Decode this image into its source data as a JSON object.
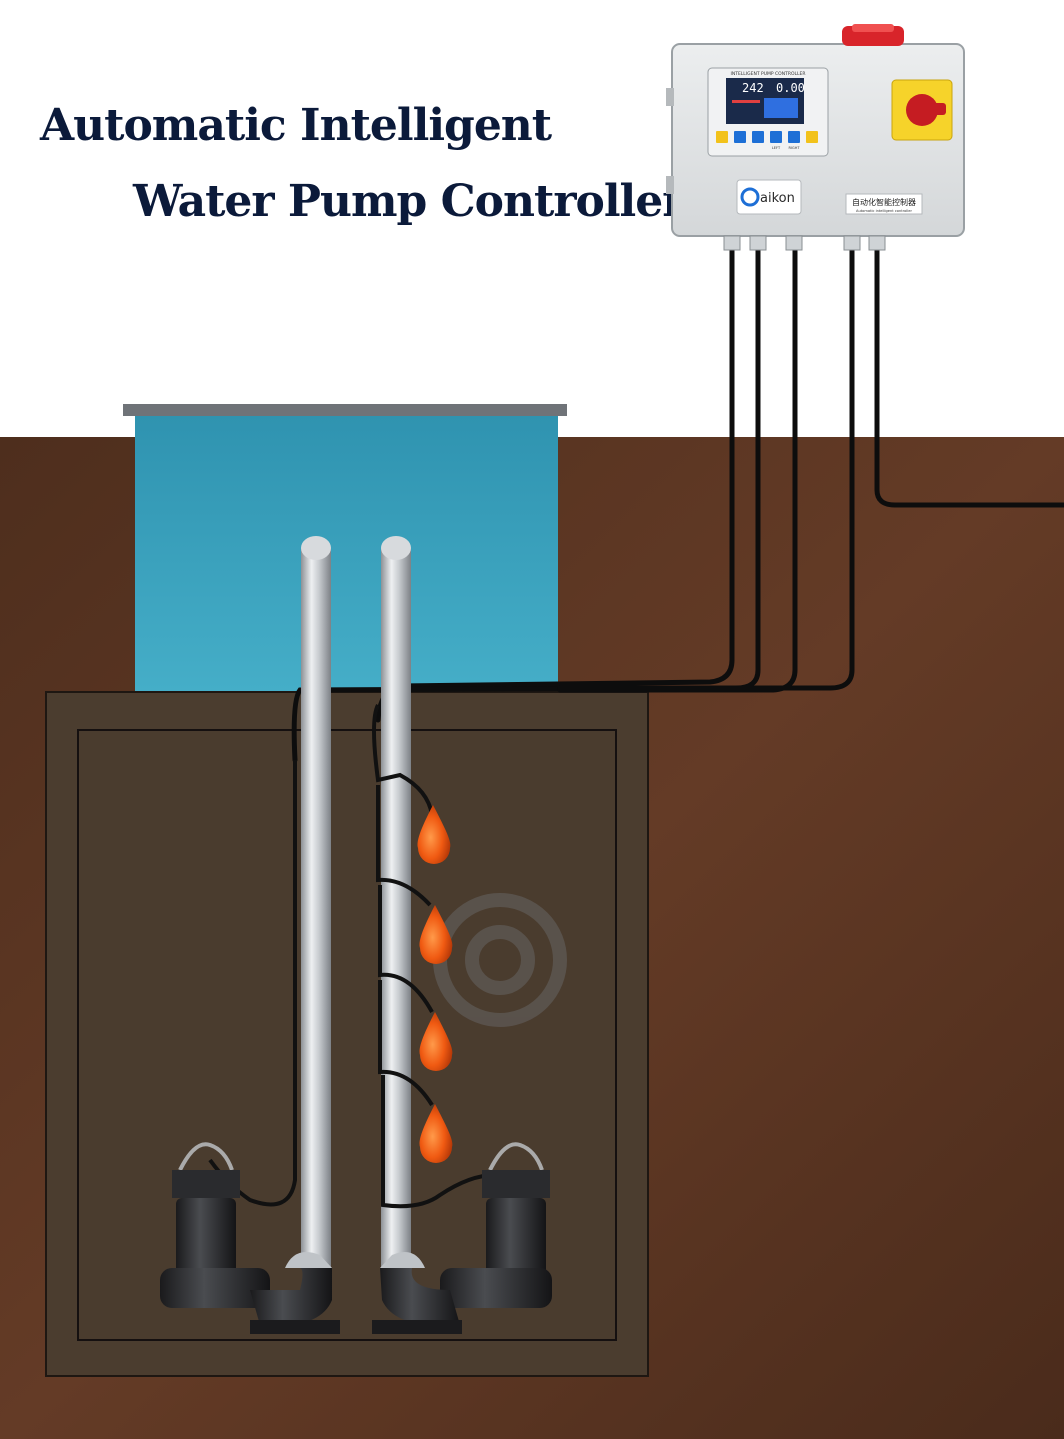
{
  "title": {
    "line1": "Automatic Intelligent",
    "line2": "Water Pump Controller"
  },
  "controller": {
    "panel_header": "INTELLIGENT PUMP CONTROLLER",
    "display_left": "242",
    "display_right": "0.00",
    "button_labels": [
      "",
      "",
      "",
      "LEFT",
      "RIGHT",
      ""
    ],
    "brand_name": "aikon",
    "chinese_label": "自动化智能控制器",
    "chinese_sublabel": "Automatic intelligent controller",
    "button_icons": [
      "hand-icon",
      "play-pause-icon",
      "play-pause-icon",
      "left-arrow-icon",
      "right-arrow-icon",
      "auto-icon"
    ]
  },
  "colors": {
    "sky": "#ffffff",
    "soil": "#5a3422",
    "pit": "#4a3c2e",
    "water": "#3aa0bd",
    "float": "#f05a12",
    "pipe": "#c9ccd0",
    "panel": "#e6e8ea",
    "alarm": "#d8242a",
    "switch_yellow": "#f6d32a",
    "switch_red": "#c51c22",
    "lcd": "#1a2a4a",
    "button_blue": "#1d6fd6",
    "button_yellow": "#f2c21b"
  }
}
